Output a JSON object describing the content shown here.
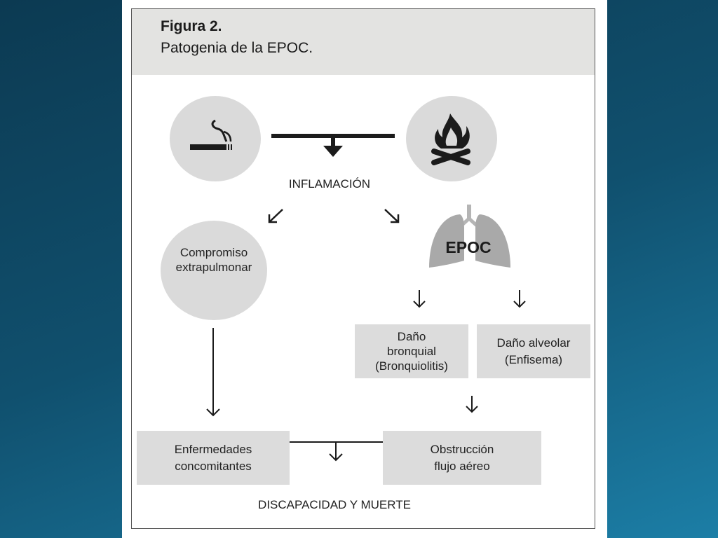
{
  "figure": {
    "number": "Figura 2.",
    "title": "Patogenia de la EPOC."
  },
  "nodes": {
    "inflammation": "INFLAMACIÓN",
    "extrapulmonary_line1": "Compromiso",
    "extrapulmonary_line2": "extrapulmonar",
    "epoc": "EPOC",
    "bronchial_line1": "Daño",
    "bronchial_line2": "bronquial",
    "bronchial_line3": "(Bronquiolitis)",
    "alveolar_line1": "Daño alveolar",
    "alveolar_line2": "(Enfisema)",
    "comorbid_line1": "Enfermedades",
    "comorbid_line2": "concomitantes",
    "obstruction_line1": "Obstrucción",
    "obstruction_line2": "flujo aéreo",
    "outcome": "DISCAPACIDAD Y MUERTE"
  },
  "icons": [
    "smoking-icon",
    "campfire-icon",
    "lungs-icon"
  ],
  "colors": {
    "node_fill": "#dadada",
    "header_fill": "#e3e3e1",
    "arrow": "#1b1b1b",
    "lungs": "#a9a9a9"
  }
}
